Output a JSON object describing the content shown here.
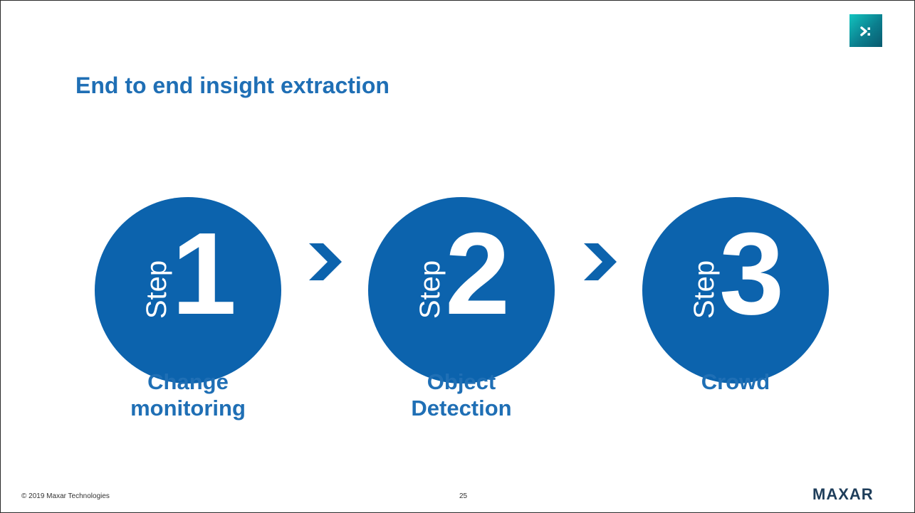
{
  "slide": {
    "title": "End to end insight extraction",
    "accent_color": "#0c63ad",
    "title_color": "#1f6fb5",
    "logo_icon": "maxar-x-icon"
  },
  "steps": [
    {
      "word": "Step",
      "number": "1",
      "label_line1": "Change",
      "label_line2": "monitoring"
    },
    {
      "word": "Step",
      "number": "2",
      "label_line1": "Object",
      "label_line2": "Detection"
    },
    {
      "word": "Step",
      "number": "3",
      "label_line1": "Crowd",
      "label_line2": ""
    }
  ],
  "connectors": [
    "chevron-right-icon",
    "chevron-right-icon"
  ],
  "footer": {
    "copyright": "© 2019 Maxar Technologies",
    "page_number": "25",
    "brand": "MAXAR"
  }
}
